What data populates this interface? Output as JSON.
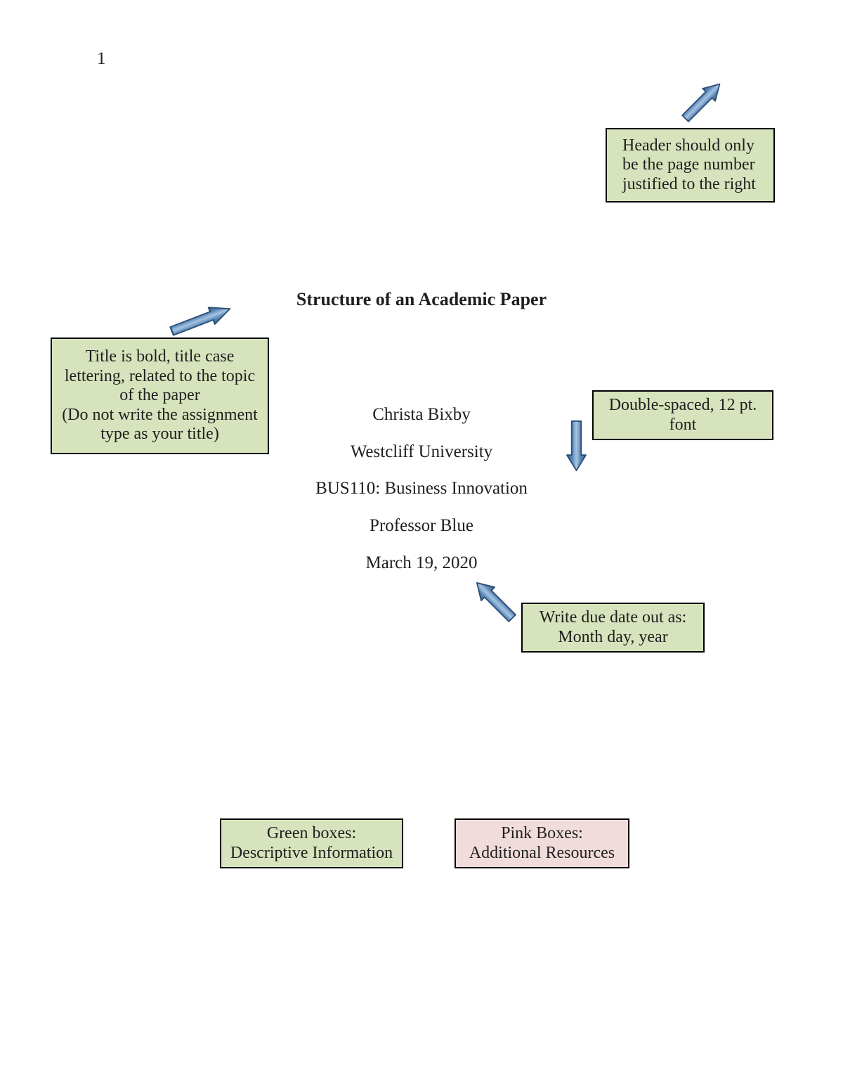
{
  "page": {
    "page_number": "1",
    "title": "Structure of an Academic Paper",
    "byline": [
      "Christa Bixby",
      "Westcliff University",
      "BUS110: Business Innovation",
      "Professor Blue",
      "March 19, 2020"
    ]
  },
  "callouts": {
    "header_note": {
      "lines": [
        "Header should only",
        "be the page number",
        "justified to the right"
      ]
    },
    "title_note": {
      "lines": [
        "Title is bold, title case",
        "lettering, related to the topic",
        "of the paper",
        "(Do not write the assignment",
        "type as your title)"
      ]
    },
    "spacing_note": {
      "lines": [
        "Double-spaced, 12 pt.",
        "font"
      ]
    },
    "date_note": {
      "lines": [
        "Write due date out as:",
        "Month day, year"
      ]
    },
    "legend_green": {
      "lines": [
        "Green boxes:",
        "Descriptive Information"
      ]
    },
    "legend_pink": {
      "lines": [
        "Pink Boxes:",
        "Additional Resources"
      ]
    }
  },
  "icons": {
    "header_arrow": "block-arrow-up-right",
    "title_arrow": "block-arrow-up-right",
    "spacing_arrow": "block-arrow-down",
    "date_arrow": "block-arrow-up-left"
  },
  "colors": {
    "callout_green": "#d7e3bc",
    "callout_pink": "#f2dcdb",
    "callout_border": "#000000",
    "arrow_blue": "#4f81bd",
    "arrow_edge": "#2c4e75",
    "text": "#1f1f1f"
  }
}
